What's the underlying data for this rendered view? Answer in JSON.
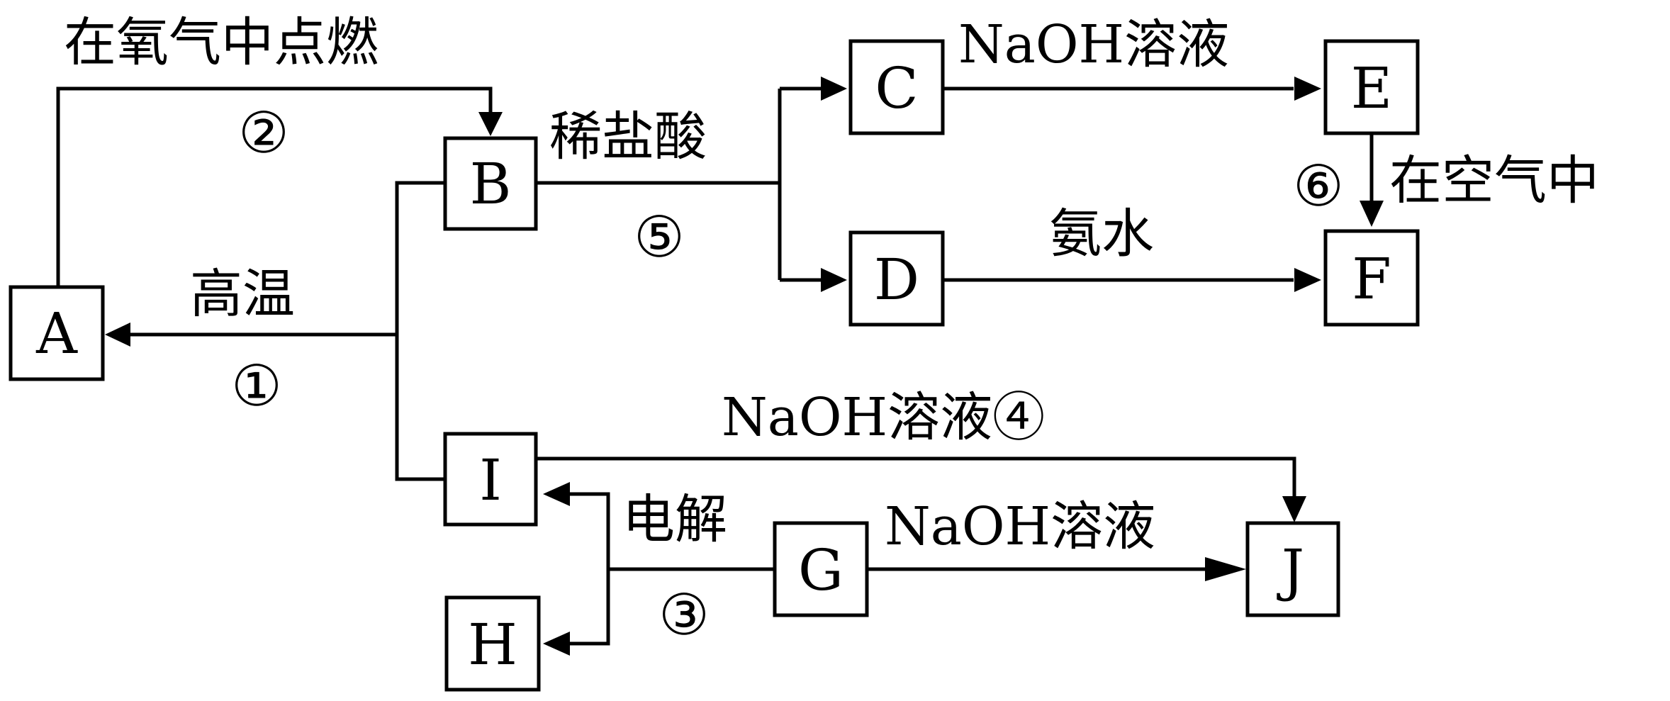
{
  "nodes": {
    "A": "A",
    "B": "B",
    "C": "C",
    "D": "D",
    "E": "E",
    "F": "F",
    "G": "G",
    "H": "H",
    "I": "I",
    "J": "J"
  },
  "edges": {
    "e1": {
      "condition": "高温",
      "number": "①"
    },
    "e2": {
      "condition": "在氧气中点燃",
      "number": "②"
    },
    "e3": {
      "condition": "电解",
      "number": "③"
    },
    "e4": {
      "condition": "NaOH溶液④"
    },
    "e5": {
      "condition": "稀盐酸",
      "number": "⑤"
    },
    "e6": {
      "condition": "在空气中",
      "number": "⑥"
    },
    "ce": {
      "condition": "NaOH溶液"
    },
    "df": {
      "condition": "氨水"
    },
    "gj": {
      "condition": "NaOH溶液"
    }
  }
}
